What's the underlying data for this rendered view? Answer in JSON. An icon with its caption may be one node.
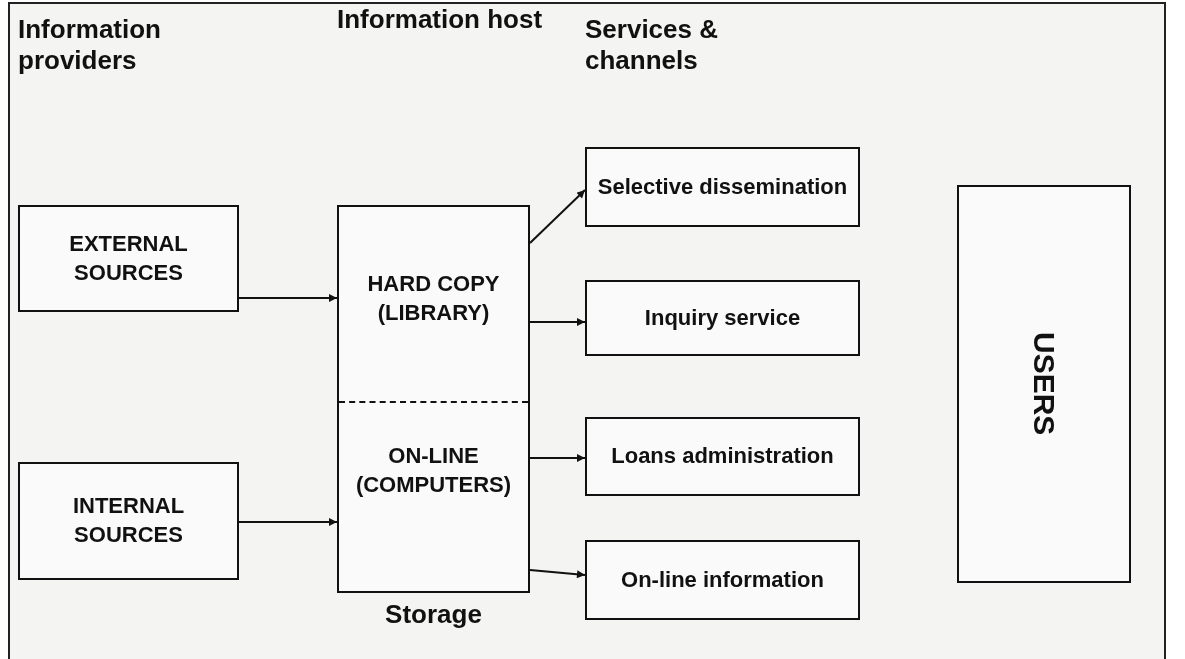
{
  "diagram": {
    "nodes": [
      {
        "text": [
          "EXTERNAL SOURCES"
        ]
      },
      {
        "text": [
          "INTERNAL SOURCES"
        ]
      },
      {
        "text": [],
        "shape": "box",
        "beside": [
          "Storage"
        ]
      },
      {
        "text": [
          "HARD COPY (LIBRARY)"
        ],
        "in": 2
      },
      {
        "text": [
          "ON-LINE (COMPUTERS)"
        ],
        "in": 2
      },
      {
        "text": [
          "Selective dissemination"
        ]
      },
      {
        "text": [
          "Inquiry service"
        ]
      },
      {
        "text": [
          "Loans administration"
        ]
      },
      {
        "text": [
          "On-line information"
        ]
      },
      {
        "text": [
          "USERS"
        ]
      }
    ],
    "edges": [
      {
        "from": 0,
        "to": 3,
        "arrow": "to"
      },
      {
        "from": 1,
        "to": 4,
        "arrow": "to"
      },
      {
        "from": 3,
        "to": 5,
        "arrow": "to"
      },
      {
        "from": 3,
        "to": 6,
        "arrow": "to"
      },
      {
        "from": 4,
        "to": 7,
        "arrow": "to"
      },
      {
        "from": 4,
        "to": 8,
        "arrow": "to"
      }
    ],
    "labels": [
      "Information providers",
      "Information host",
      "Services & channels"
    ]
  }
}
